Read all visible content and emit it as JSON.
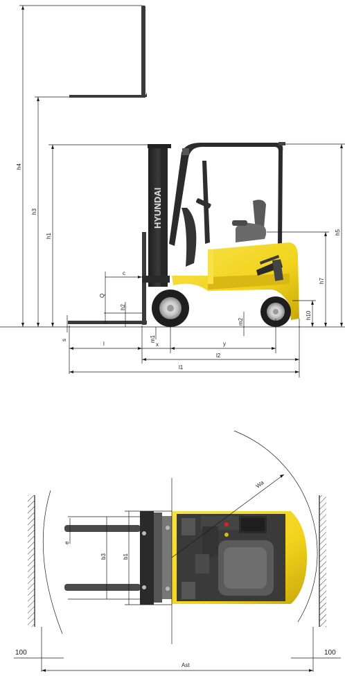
{
  "brand": {
    "mast_text": "HYUNDAI"
  },
  "side_view": {
    "dimensions": {
      "h4": "h4",
      "h3": "h3",
      "h1": "h1",
      "h5": "h5",
      "h7": "h7",
      "h10": "h10",
      "h2": "h2",
      "m2": "m2",
      "m1": "m1",
      "s": "s",
      "c": "c",
      "Q": "Q",
      "l": "l",
      "x": "x",
      "y": "y",
      "l2": "l2",
      "l1": "l1"
    }
  },
  "top_view": {
    "dimensions": {
      "Wa": "Wa",
      "b3": "b3",
      "b1": "b1",
      "e": "e",
      "clearance_left": "100",
      "clearance_right": "100",
      "Ast": "Ast"
    }
  },
  "colors": {
    "body_yellow": "#f2d41c",
    "chassis_dark": "#2e2e2e",
    "fork_gray": "#4a4a4a",
    "seat_gray": "#5a5a5a",
    "tire_black": "#1e1e1e",
    "rim_silver": "#c8c8c8",
    "warning_red": "#e02020"
  }
}
